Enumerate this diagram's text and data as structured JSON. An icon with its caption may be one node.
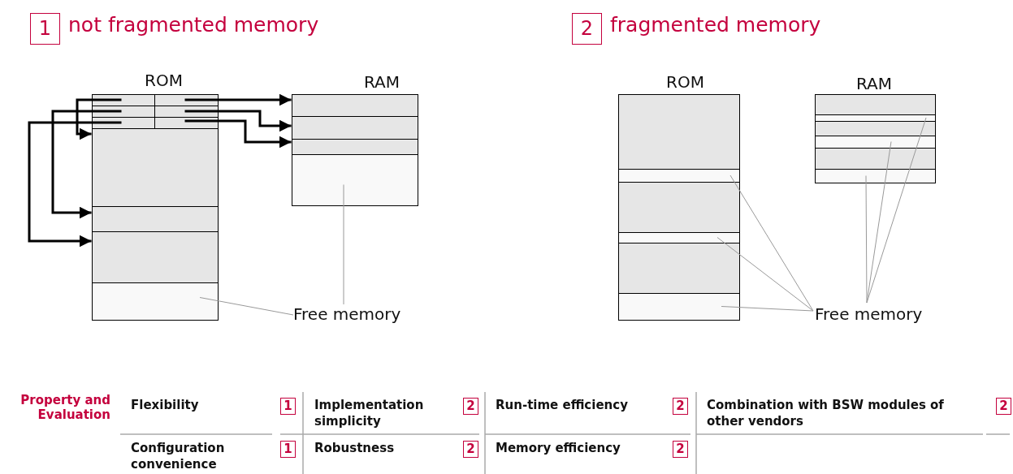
{
  "diagram": {
    "nodes": [
      {
        "text": [
          "ROM"
        ]
      },
      {
        "text": [],
        "shape": "box",
        "in": 0
      },
      {
        "text": [],
        "shape": "box",
        "in": 0
      },
      {
        "text": [],
        "shape": "box",
        "in": 0
      },
      {
        "text": [],
        "shape": "box",
        "in": 0
      },
      {
        "text": [],
        "shape": "box",
        "in": 0
      },
      {
        "text": [],
        "shape": "box",
        "in": 0
      },
      {
        "text": [],
        "shape": "box",
        "in": 0
      },
      {
        "text": [],
        "shape": "box",
        "in": 0
      },
      {
        "text": [],
        "shape": "box",
        "in": 0
      },
      {
        "text": [],
        "shape": "box",
        "in": 0
      },
      {
        "text": [
          "RAM"
        ]
      },
      {
        "text": [],
        "shape": "box",
        "in": 11
      },
      {
        "text": [],
        "shape": "box",
        "in": 11
      },
      {
        "text": [],
        "shape": "box",
        "in": 11
      },
      {
        "text": [],
        "shape": "box",
        "in": 11
      },
      {
        "text": [
          "Free memory"
        ]
      },
      {
        "text": [
          "ROM"
        ]
      },
      {
        "text": [],
        "shape": "box",
        "in": 17
      },
      {
        "text": [],
        "shape": "box",
        "in": 17
      },
      {
        "text": [],
        "shape": "box",
        "in": 17
      },
      {
        "text": [],
        "shape": "box",
        "in": 17
      },
      {
        "text": [],
        "shape": "box",
        "in": 17
      },
      {
        "text": [],
        "shape": "box",
        "in": 17
      },
      {
        "text": [
          "RAM"
        ]
      },
      {
        "text": [],
        "shape": "box",
        "in": 24
      },
      {
        "text": [],
        "shape": "box",
        "in": 24
      },
      {
        "text": [],
        "shape": "box",
        "in": 24
      },
      {
        "text": [],
        "shape": "box",
        "in": 24
      },
      {
        "text": [],
        "shape": "box",
        "in": 24
      },
      {
        "text": [],
        "shape": "box",
        "in": 24
      },
      {
        "text": [
          "Free memory"
        ]
      }
    ],
    "edges": [
      {
        "from": 1,
        "to": 7,
        "arrow": "to",
        "style": "thick",
        "color": "#000000"
      },
      {
        "from": 3,
        "to": 8,
        "arrow": "to",
        "style": "thick",
        "color": "#000000"
      },
      {
        "from": 5,
        "to": 9,
        "arrow": "to",
        "style": "thick",
        "color": "#000000"
      },
      {
        "from": 2,
        "to": 12,
        "arrow": "to",
        "style": "thick",
        "color": "#000000"
      },
      {
        "from": 4,
        "to": 13,
        "arrow": "to",
        "style": "thick",
        "color": "#000000"
      },
      {
        "from": 6,
        "to": 14,
        "arrow": "to",
        "style": "thick",
        "color": "#000000"
      },
      {
        "from": 16,
        "to": 10,
        "arrow": "none"
      },
      {
        "from": 16,
        "to": 15,
        "arrow": "none"
      },
      {
        "from": 31,
        "to": 19,
        "arrow": "none"
      },
      {
        "from": 31,
        "to": 21,
        "arrow": "none"
      },
      {
        "from": 31,
        "to": 23,
        "arrow": "none"
      },
      {
        "from": 31,
        "to": 26,
        "arrow": "none"
      },
      {
        "from": 31,
        "to": 28,
        "arrow": "none"
      },
      {
        "from": 31,
        "to": 30,
        "arrow": "none"
      }
    ],
    "labels": [
      "1",
      "not fragmented memory",
      "2",
      "fragmented memory",
      "Property and Evaluation",
      "Flexibility",
      "1",
      "Implementation simplicity",
      "2",
      "Run-time efficiency",
      "2",
      "Combination with BSW modules of other vendors",
      "2",
      "Configuration convenience",
      "1",
      "Robustness",
      "2",
      "Memory efficiency",
      "2"
    ]
  }
}
